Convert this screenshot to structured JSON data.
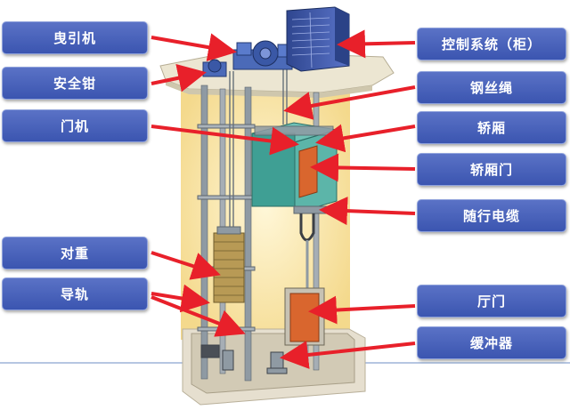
{
  "labels": {
    "traction_machine": "曳引机",
    "safety_gear": "安全钳",
    "door_operator": "门机",
    "counterweight": "对重",
    "guide_rail": "导轨",
    "control_cabinet": "控制系统（柜）",
    "wire_rope": "钢丝绳",
    "car": "轿厢",
    "car_door": "轿厢门",
    "traveling_cable": "随行电缆",
    "landing_door": "厅门",
    "buffer": "缓冲器"
  },
  "colors": {
    "label_fill": "#3b55b0",
    "arrow": "#e8202a",
    "shaft_glow": "#f7e3a6",
    "car_body": "#3f9f94",
    "car_door_panel": "#d9662e",
    "counterweight": "#c7a35c",
    "cabinet": "#3e58b4"
  }
}
